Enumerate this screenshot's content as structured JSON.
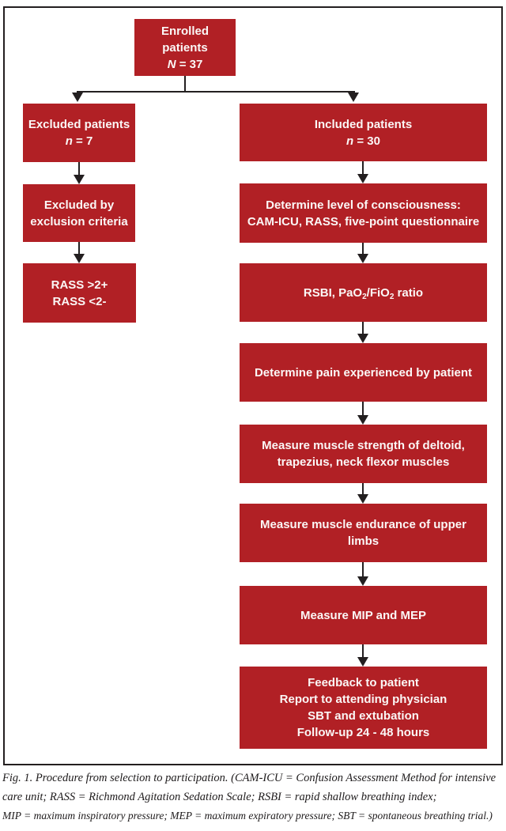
{
  "colors": {
    "box_fill": "#b12025",
    "box_text": "#fbf7f6",
    "line": "#231f20",
    "frame_border": "#231f20"
  },
  "flowchart": {
    "enrolled": {
      "line1": "Enrolled patients",
      "var": "N",
      "eq": " = 37"
    },
    "left_branch": {
      "excluded": {
        "line1": "Excluded patients",
        "var": "n",
        "eq": " = 7"
      },
      "excluded_by": {
        "line1": "Excluded by",
        "line2": "exclusion criteria"
      },
      "rass": {
        "line1": "RASS >2+",
        "line2": "RASS <2-"
      }
    },
    "right_branch": {
      "included": {
        "line1": "Included patients",
        "var": "n",
        "eq": " = 30"
      },
      "consciousness": {
        "line1": "Determine level of consciousness:",
        "line2": "CAM-ICU, RASS, five-point questionnaire"
      },
      "rsbi": {
        "p1": "RSBI, PaO",
        "s1": "2",
        "p2": "/FiO",
        "s2": "2",
        "p3": " ratio"
      },
      "pain": {
        "line1": "Determine pain experienced by patient"
      },
      "strength": {
        "line1": "Measure muscle strength of deltoid,",
        "line2": "trapezius, neck flexor muscles"
      },
      "endurance": {
        "line1": "Measure muscle endurance of upper limbs"
      },
      "mip_mep": {
        "line1": "Measure MIP and MEP"
      },
      "feedback": {
        "line1": "Feedback to patient",
        "line2": "Report to attending physician",
        "line3": "SBT and extubation",
        "line4": "Follow-up 24 - 48 hours"
      }
    }
  },
  "caption": {
    "line1": "Fig. 1. Procedure from selection to participation. (CAM-ICU = Confusion Assessment Method for intensive",
    "line2": "care unit; RASS = Richmond Agitation Sedation Scale; RSBI = rapid shallow breathing index;",
    "line3": "MIP = maximum inspiratory pressure; MEP = maximum expiratory pressure; SBT = spontaneous breathing trial.)"
  }
}
